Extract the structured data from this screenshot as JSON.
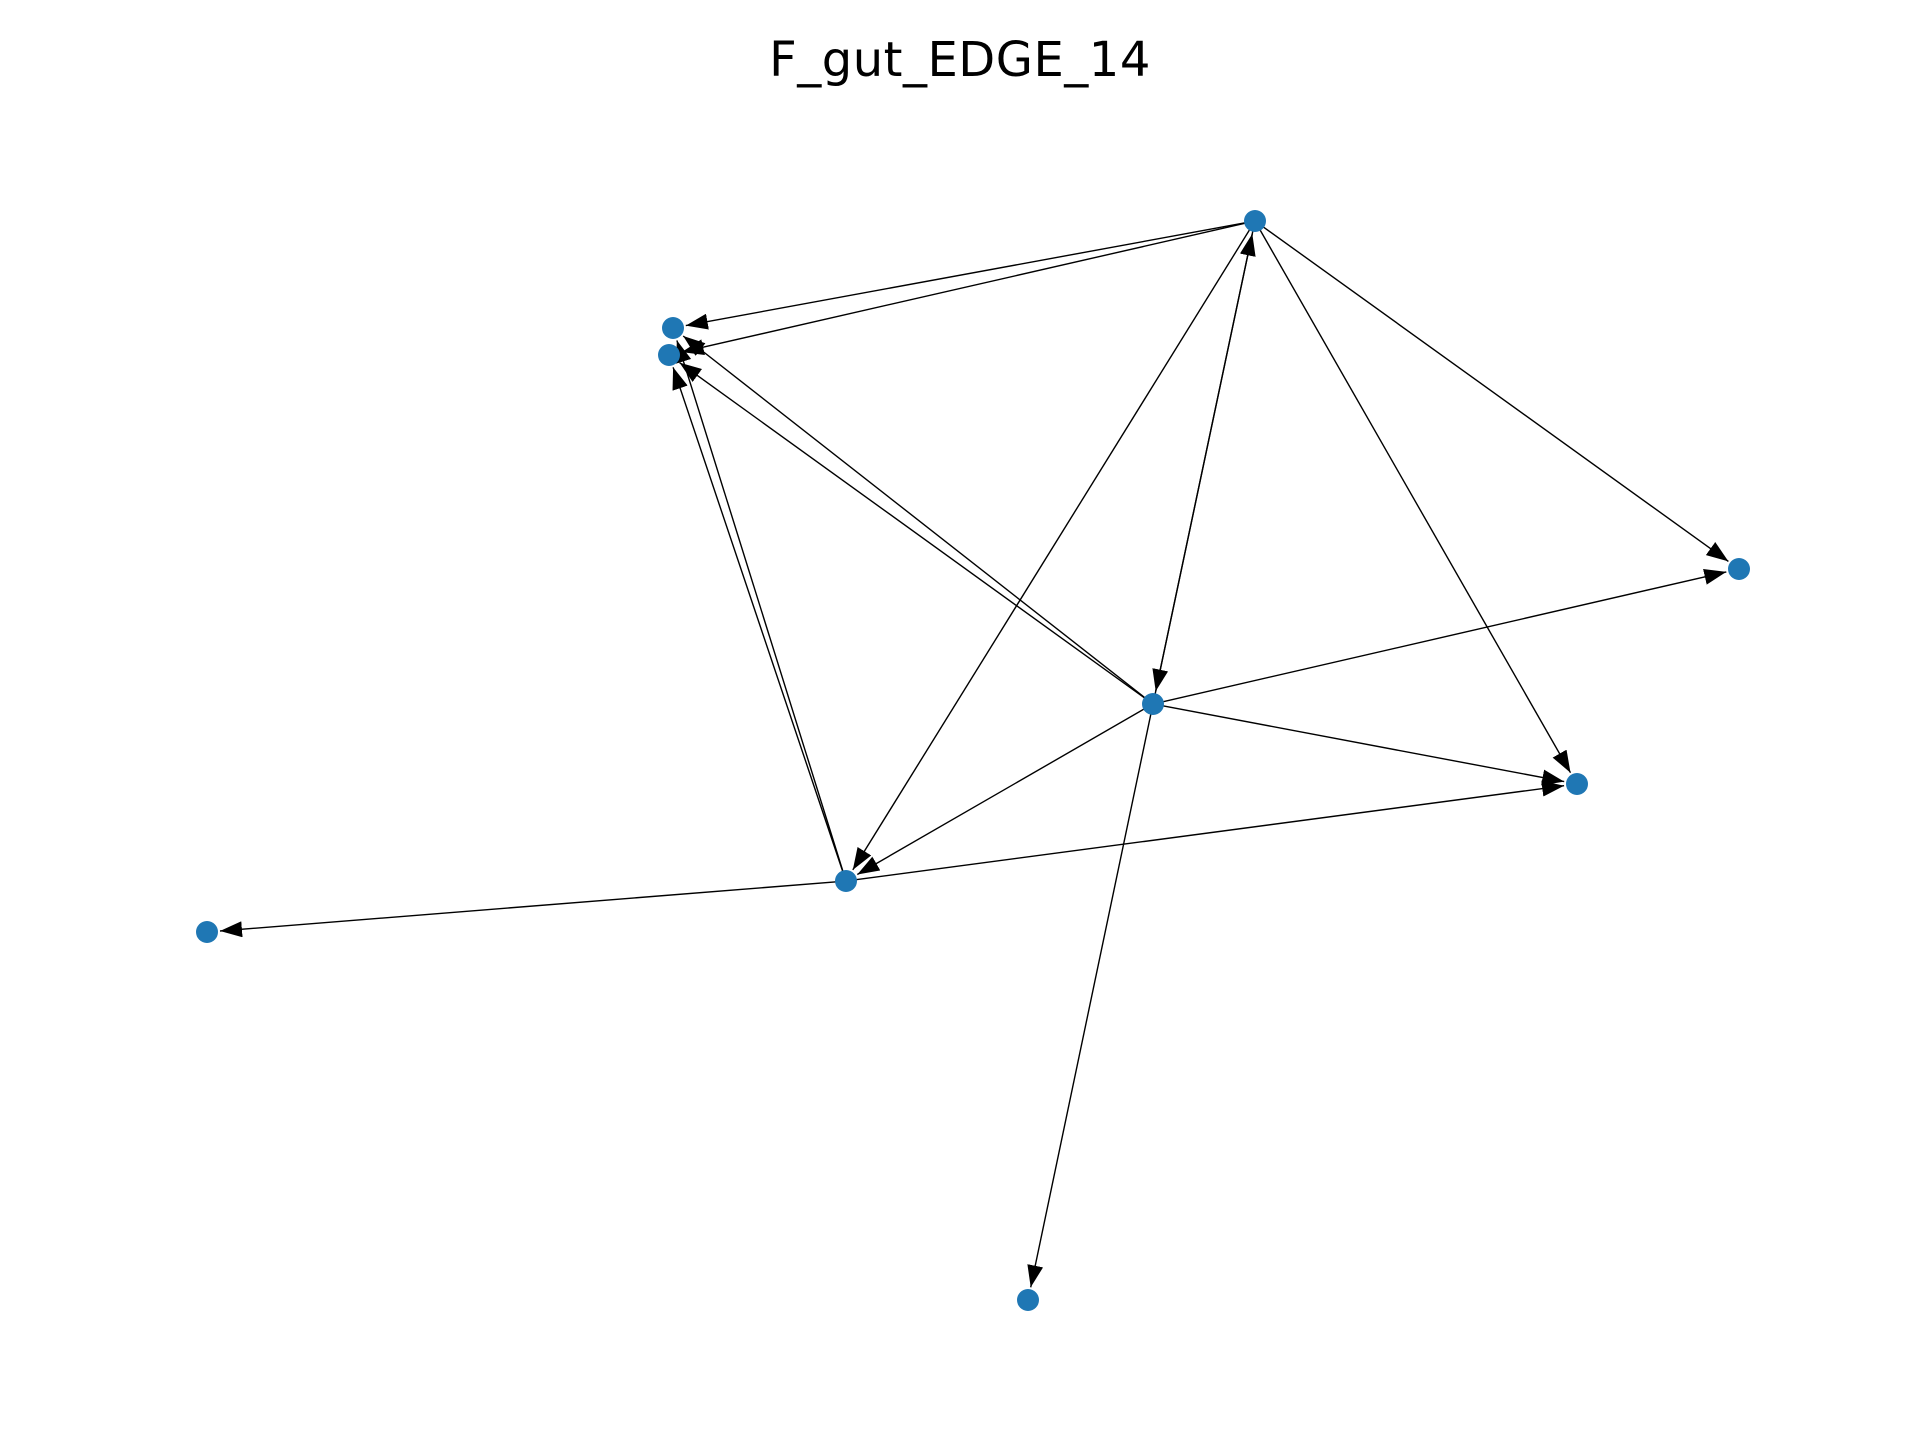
{
  "title": "F_gut_EDGE_14",
  "colors": {
    "node": "#1f77b4",
    "edge": "#000000",
    "background": "#ffffff"
  },
  "graph": {
    "directed": true,
    "nodes": [
      {
        "id": "n_top"
      },
      {
        "id": "n_left_upper"
      },
      {
        "id": "n_left_lower"
      },
      {
        "id": "n_right"
      },
      {
        "id": "n_center"
      },
      {
        "id": "n_right_mid"
      },
      {
        "id": "n_lower_left"
      },
      {
        "id": "n_far_left"
      },
      {
        "id": "n_bottom"
      }
    ],
    "edges": [
      {
        "source": "n_top",
        "target": "n_left_upper"
      },
      {
        "source": "n_top",
        "target": "n_left_lower"
      },
      {
        "source": "n_top",
        "target": "n_right"
      },
      {
        "source": "n_top",
        "target": "n_right_mid"
      },
      {
        "source": "n_top",
        "target": "n_center"
      },
      {
        "source": "n_top",
        "target": "n_lower_left"
      },
      {
        "source": "n_center",
        "target": "n_top"
      },
      {
        "source": "n_center",
        "target": "n_left_upper"
      },
      {
        "source": "n_center",
        "target": "n_left_lower"
      },
      {
        "source": "n_center",
        "target": "n_right"
      },
      {
        "source": "n_center",
        "target": "n_right_mid"
      },
      {
        "source": "n_center",
        "target": "n_lower_left"
      },
      {
        "source": "n_center",
        "target": "n_bottom"
      },
      {
        "source": "n_lower_left",
        "target": "n_left_upper"
      },
      {
        "source": "n_lower_left",
        "target": "n_left_lower"
      },
      {
        "source": "n_lower_left",
        "target": "n_right_mid"
      },
      {
        "source": "n_lower_left",
        "target": "n_far_left"
      }
    ]
  }
}
